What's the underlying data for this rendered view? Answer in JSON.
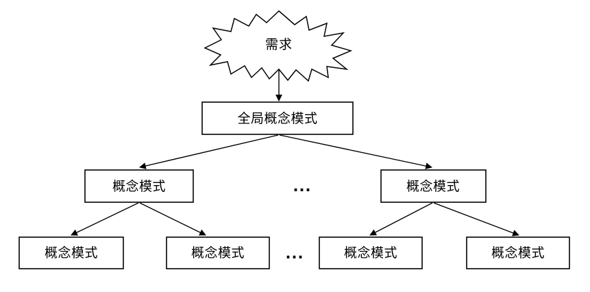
{
  "diagram": {
    "type": "hierarchy-tree",
    "title": "",
    "background_color": "#ffffff",
    "line_color": "#000000",
    "text_color": "#000000",
    "root": {
      "label": "需求",
      "shape": "starburst"
    },
    "levels": [
      {
        "level": 2,
        "nodes": [
          {
            "label": "全局概念模式",
            "shape": "rectangle"
          }
        ]
      },
      {
        "level": 3,
        "nodes": [
          {
            "label": "概念模式",
            "shape": "rectangle"
          },
          {
            "label": "...",
            "shape": "ellipsis"
          },
          {
            "label": "概念模式",
            "shape": "rectangle"
          }
        ]
      },
      {
        "level": 4,
        "nodes": [
          {
            "label": "概念模式",
            "shape": "rectangle"
          },
          {
            "label": "概念模式",
            "shape": "rectangle"
          },
          {
            "label": "...",
            "shape": "ellipsis"
          },
          {
            "label": "概念模式",
            "shape": "rectangle"
          },
          {
            "label": "概念模式",
            "shape": "rectangle"
          }
        ]
      }
    ],
    "nodes": {
      "root_burst": "需求",
      "global_schema": "全局概念模式",
      "schema_l3_left": "概念模式",
      "schema_l3_right": "概念模式",
      "schema_l4_1": "概念模式",
      "schema_l4_2": "概念模式",
      "schema_l4_3": "概念模式",
      "schema_l4_4": "概念模式",
      "ellipsis_l3": "...",
      "ellipsis_l4": "..."
    }
  }
}
